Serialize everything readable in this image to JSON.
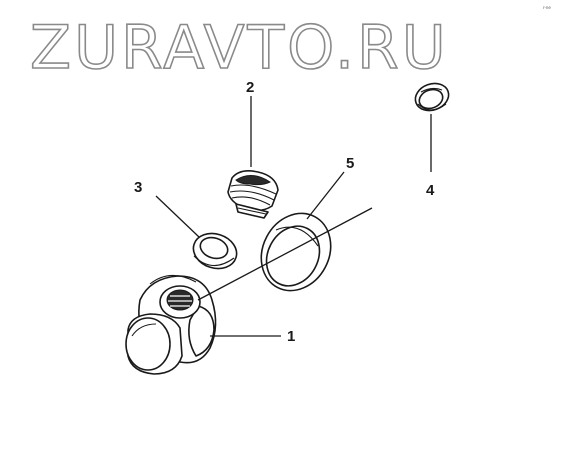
{
  "watermark": {
    "text": "ZURAVTO.RU",
    "corner_mark": "r-ne"
  },
  "callouts": [
    {
      "id": "1",
      "label": "1"
    },
    {
      "id": "2",
      "label": "2"
    },
    {
      "id": "3",
      "label": "3"
    },
    {
      "id": "4",
      "label": "4"
    },
    {
      "id": "5",
      "label": "5"
    }
  ],
  "colors": {
    "line": "#1a1a1a",
    "watermark_outline": "#8a8a8a",
    "background": "#ffffff"
  }
}
